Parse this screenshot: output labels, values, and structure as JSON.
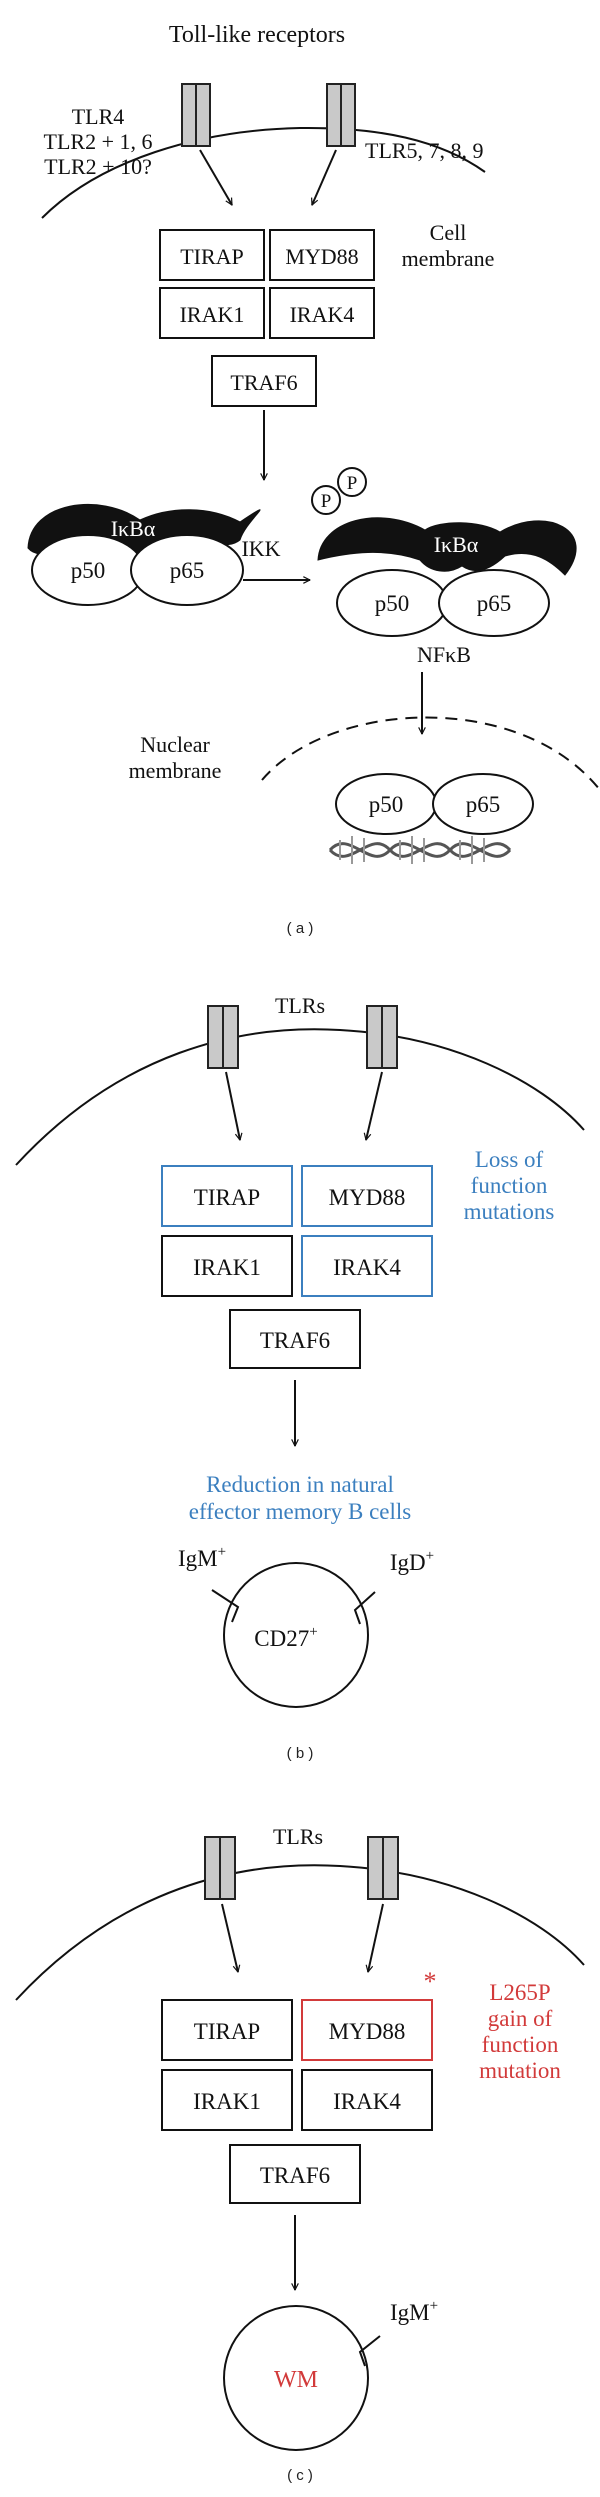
{
  "colors": {
    "blue": "#3b7fbf",
    "red": "#d23a3a",
    "receptor_fill": "#c9c9c9",
    "ikb_fill": "#111111"
  },
  "panel_a": {
    "title": "Toll-like receptors",
    "tlr_left": [
      "TLR4",
      "TLR2 + 1, 6",
      "TLR2 + 10?"
    ],
    "tlr_right": "TLR5, 7, 8, 9",
    "cell_membrane": [
      "Cell",
      "membrane"
    ],
    "boxes": [
      "TIRAP",
      "MYD88",
      "IRAK1",
      "IRAK4",
      "TRAF6"
    ],
    "ikb": "IκBα",
    "p50": "p50",
    "p65": "p65",
    "ikk": "IKK",
    "phospho": "P",
    "nfkb": "NFκB",
    "nuclear_membrane": [
      "Nuclear",
      "membrane"
    ],
    "tag": "( a )"
  },
  "panel_b": {
    "title": "TLRs",
    "boxes": [
      "TIRAP",
      "MYD88",
      "IRAK1",
      "IRAK4",
      "TRAF6"
    ],
    "annotation": [
      "Loss of",
      "function",
      "mutations"
    ],
    "reduction": [
      "Reduction in natural",
      "effector memory B cells"
    ],
    "igm": "IgM",
    "igd": "IgD",
    "cell": "CD27",
    "sup": "+",
    "tag": "( b )"
  },
  "panel_c": {
    "title": "TLRs",
    "boxes": [
      "TIRAP",
      "MYD88",
      "IRAK1",
      "IRAK4",
      "TRAF6"
    ],
    "asterisk": "*",
    "annotation": [
      "L265P",
      "gain of",
      "function",
      "mutation"
    ],
    "igm": "IgM",
    "sup": "+",
    "cell": "WM",
    "tag": "( c )"
  }
}
